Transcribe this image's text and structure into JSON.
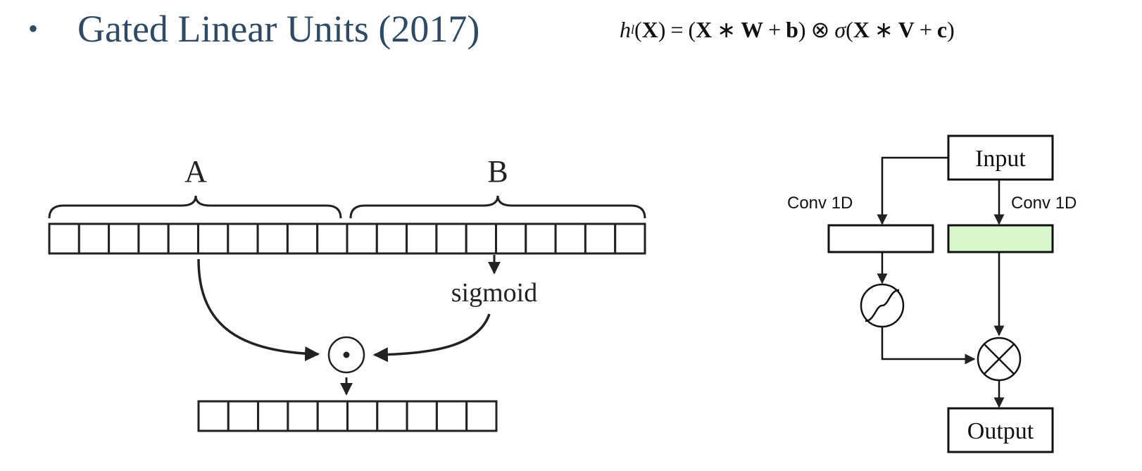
{
  "slide": {
    "bullet": "•",
    "title": "Gated Linear Units (2017)",
    "formula": {
      "lhs_fn": "h",
      "lhs_sub": "l",
      "lhs_open": "(",
      "lhs_arg": "X",
      "lhs_close": ")",
      "equals": "=",
      "open1": "(",
      "x1": "X",
      "star1": "∗",
      "w": "W",
      "plus1": "+",
      "b": "b",
      "close1": ")",
      "otimes": "⊗",
      "sigma": "σ",
      "open2": "(",
      "x2": "X",
      "star2": "∗",
      "v": "V",
      "plus2": "+",
      "c": "c",
      "close2": ")"
    }
  },
  "left_diagram": {
    "label_a": "A",
    "label_b": "B",
    "input_cells": 20,
    "output_cells": 10,
    "sigmoid_label": "sigmoid",
    "product_symbol": "⊙"
  },
  "right_diagram": {
    "input_label": "Input",
    "conv_left_label": "Conv 1D",
    "conv_right_label": "Conv 1D",
    "output_label": "Output",
    "gate_fill": "#d9f7cc",
    "multiply_symbol": "⊗"
  }
}
